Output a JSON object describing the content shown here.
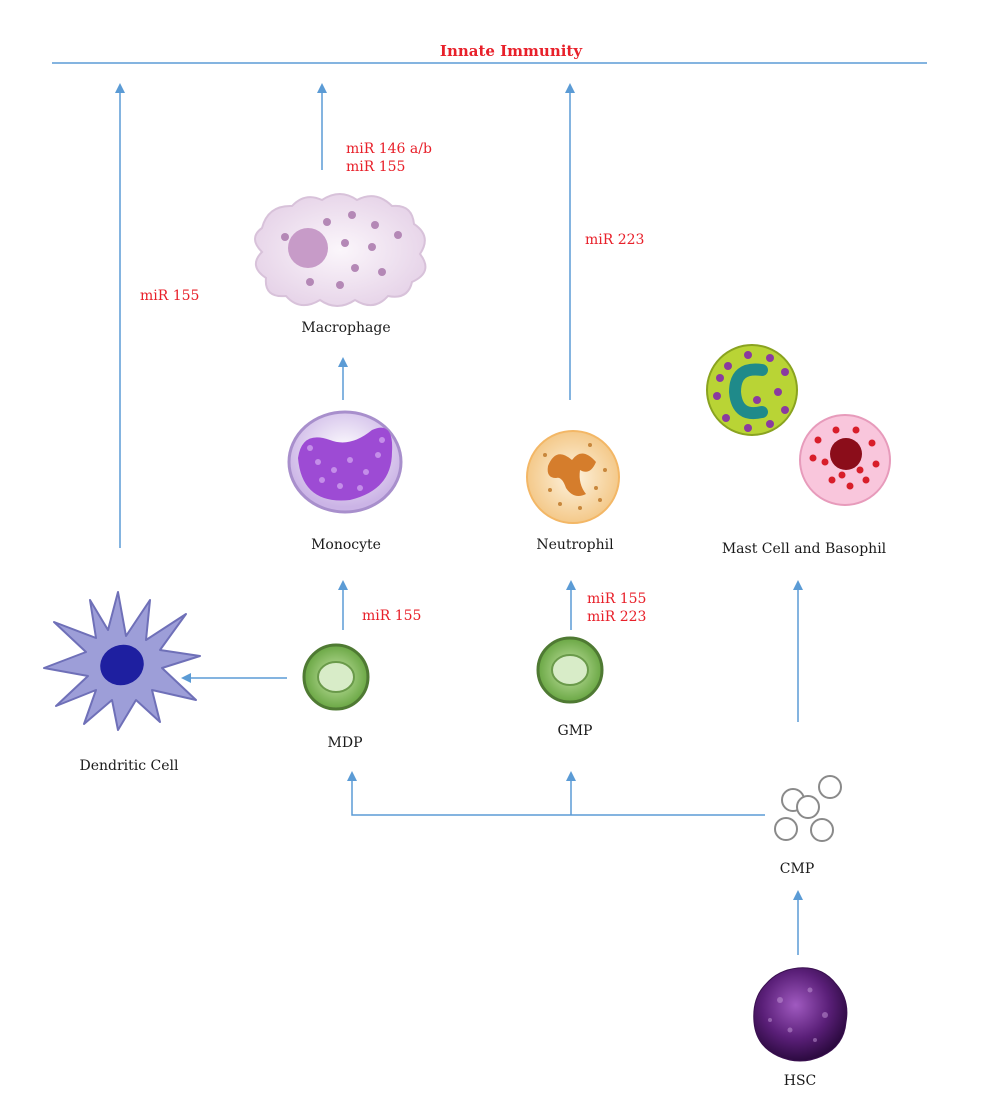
{
  "title": "Innate Immunity",
  "cells": {
    "macrophage": "Macrophage",
    "monocyte": "Monocyte",
    "neutrophil": "Neutrophil",
    "mast_basophil": "Mast Cell and Basophil",
    "dendritic": "Dendritic Cell",
    "mdp": "MDP",
    "gmp": "GMP",
    "cmp": "CMP",
    "hsc": "HSC"
  },
  "mirnas": {
    "dendritic_path": "miR 155",
    "macrophage_path_1": "miR 146 a/b",
    "macrophage_path_2": "miR 155",
    "neutrophil_path": "miR 223",
    "mdp_to_monocyte": "miR 155",
    "gmp_to_neutrophil_1": "miR 155",
    "gmp_to_neutrophil_2": "miR 223"
  },
  "colors": {
    "arrow": "#5b9bd5",
    "mirna_text": "#e8202a",
    "title_text": "#e8202a"
  }
}
